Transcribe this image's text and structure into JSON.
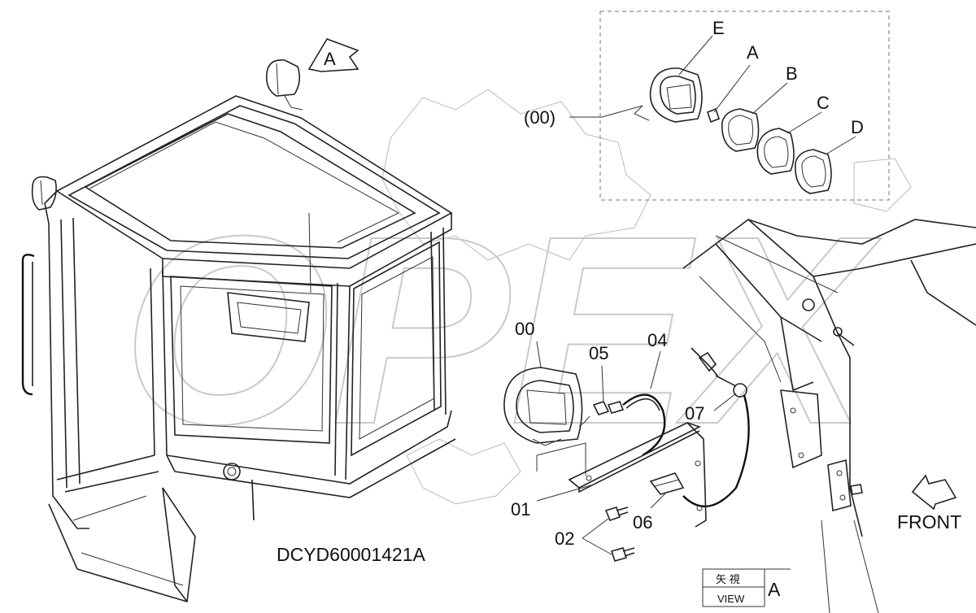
{
  "drawing_code": "DCYD60001421A",
  "watermark": "OPEX",
  "view_marker": {
    "letter": "A"
  },
  "front_label": "FRONT",
  "view_box": {
    "jp": "矢 視",
    "en": "VIEW",
    "letter": "A"
  },
  "kit": {
    "ref": "(00)",
    "parts": [
      "E",
      "A",
      "B",
      "C",
      "D"
    ]
  },
  "callouts": {
    "lamp": "00",
    "bracket": "01",
    "bolts": "02",
    "harness": "04",
    "connector": "05",
    "clamp": "06",
    "grommet": "07"
  },
  "colors": {
    "line": "#222222",
    "watermark": "#c9c9c9",
    "background": "#ffffff"
  },
  "icons": [
    "view-arrow-icon",
    "front-arrow-icon",
    "gear-outline-icon"
  ]
}
